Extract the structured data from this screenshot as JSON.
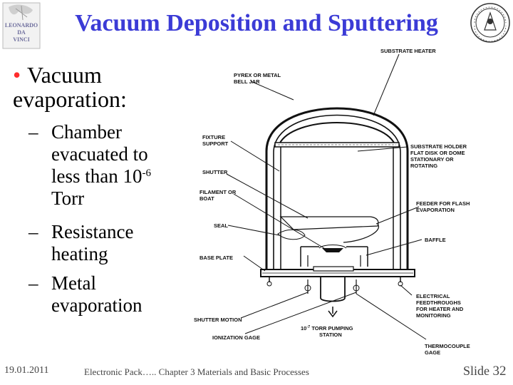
{
  "title": "Vacuum Deposition and Sputtering",
  "logo_left_text": "LEONARDO DA VINCI",
  "bullet": {
    "symbol": "•",
    "text": "Vacuum evaporation:"
  },
  "subbullets": [
    {
      "dash": "–",
      "line1": "Chamber",
      "line2": "evacuated to",
      "line3a": "less than 10",
      "exp": "-6",
      "line4": "Torr"
    },
    {
      "dash": "–",
      "line1": "Resistance",
      "line2": "heating"
    },
    {
      "dash": "–",
      "line1": "Metal",
      "line2": "evaporation"
    }
  ],
  "diagram_labels": {
    "substrate_heater": "SUBSTRATE HEATER",
    "bell_jar_1": "PYREX OR METAL",
    "bell_jar_2": "BELL JAR",
    "fixture_1": "FIXTURE",
    "fixture_2": "SUPPORT",
    "holder_1": "SUBSTRATE HOLDER",
    "holder_2": "FLAT DISK OR DOME",
    "holder_3": "STATIONARY OR",
    "holder_4": "ROTATING",
    "shutter": "SHUTTER",
    "filament_1": "FILAMENT OR",
    "filament_2": "BOAT",
    "feeder_1": "FEEDER FOR FLASH",
    "feeder_2": "EVAPORATION",
    "seal": "SEAL",
    "baffle": "BAFFLE",
    "base_plate": "BASE PLATE",
    "feed_1": "ELECTRICAL",
    "feed_2": "FEEDTHROUGHS",
    "feed_3": "FOR HEATER AND",
    "feed_4": "MONITORING",
    "shutter_motion": "SHUTTER MOTION",
    "pump_1a": "10",
    "pump_1exp": "-7",
    "pump_1b": " TORR PUMPING",
    "pump_2": "STATION",
    "ion_gage": "IONIZATION GAGE",
    "thermo_1": "THERMOCOUPLE",
    "thermo_2": "GAGE"
  },
  "footer": {
    "date": "19.01.2011",
    "center": "Electronic Pack….. Chapter 3 Materials and Basic Processes",
    "slide_label": "Slide",
    "slide_number": "32"
  },
  "colors": {
    "title": "#3b3bd6",
    "bullet": "#ff2d2d"
  }
}
